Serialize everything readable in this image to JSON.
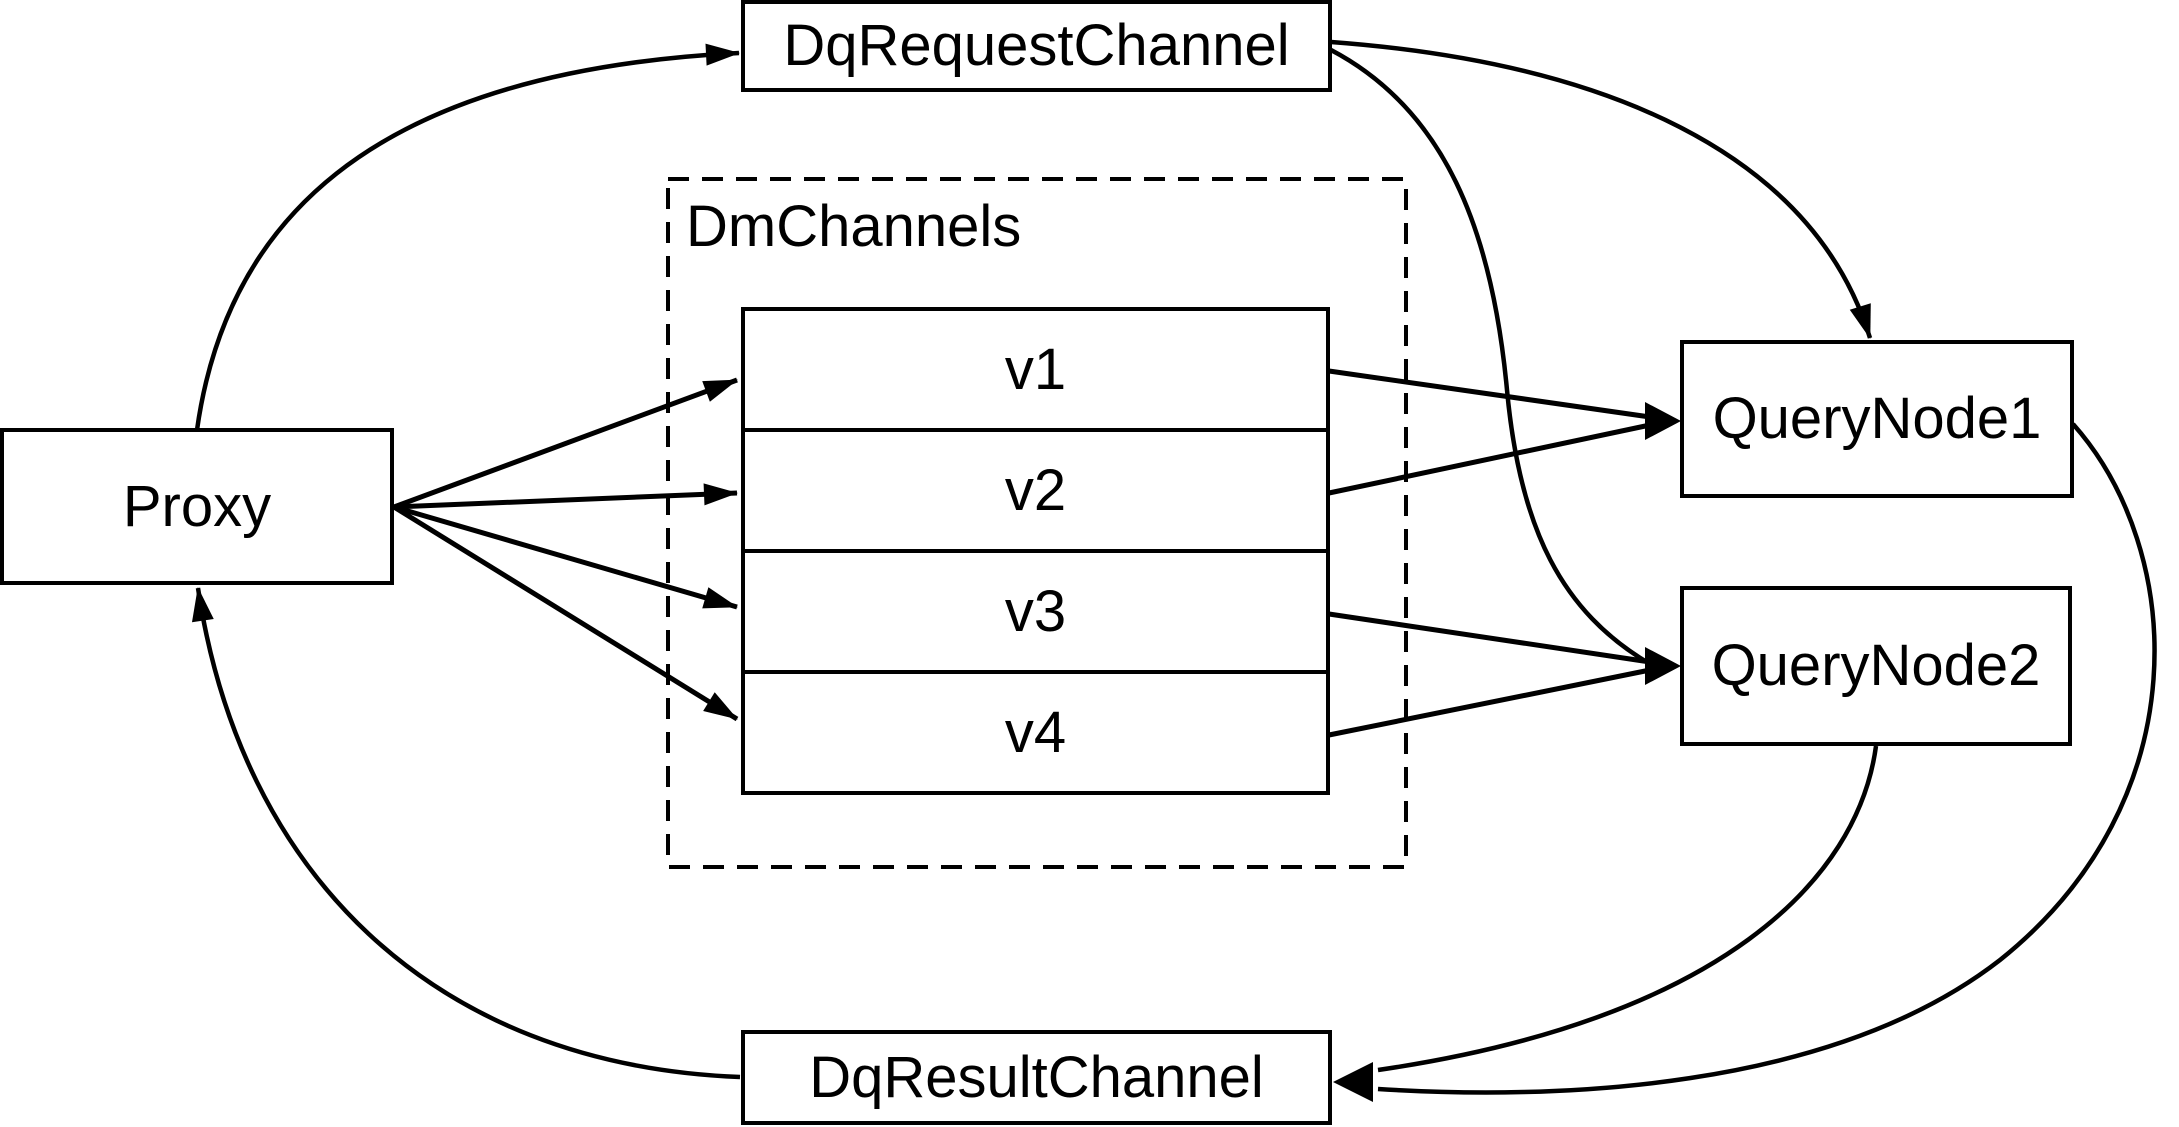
{
  "diagram": {
    "nodes": {
      "proxy": {
        "label": "Proxy"
      },
      "dq_request_channel": {
        "label": "DqRequestChannel"
      },
      "dm_channels": {
        "label": "DmChannels",
        "channels": [
          {
            "label": "v1"
          },
          {
            "label": "v2"
          },
          {
            "label": "v3"
          },
          {
            "label": "v4"
          }
        ]
      },
      "query_node_1": {
        "label": "QueryNode1"
      },
      "query_node_2": {
        "label": "QueryNode2"
      },
      "dq_result_channel": {
        "label": "DqResultChannel"
      }
    },
    "edges": [
      {
        "from": "Proxy",
        "to": "DqRequestChannel"
      },
      {
        "from": "Proxy",
        "to": "v1"
      },
      {
        "from": "Proxy",
        "to": "v2"
      },
      {
        "from": "Proxy",
        "to": "v3"
      },
      {
        "from": "Proxy",
        "to": "v4"
      },
      {
        "from": "v1",
        "to": "QueryNode1"
      },
      {
        "from": "v2",
        "to": "QueryNode1"
      },
      {
        "from": "v3",
        "to": "QueryNode2"
      },
      {
        "from": "v4",
        "to": "QueryNode2"
      },
      {
        "from": "DqRequestChannel",
        "to": "QueryNode1"
      },
      {
        "from": "DqRequestChannel",
        "to": "QueryNode2"
      },
      {
        "from": "QueryNode1",
        "to": "DqResultChannel"
      },
      {
        "from": "QueryNode2",
        "to": "DqResultChannel"
      },
      {
        "from": "DqResultChannel",
        "to": "Proxy"
      }
    ],
    "colors": {
      "line": "#000000",
      "box_border": "#000000",
      "box_fill": "#ffffff",
      "background": "#ffffff",
      "text": "#000000"
    }
  }
}
